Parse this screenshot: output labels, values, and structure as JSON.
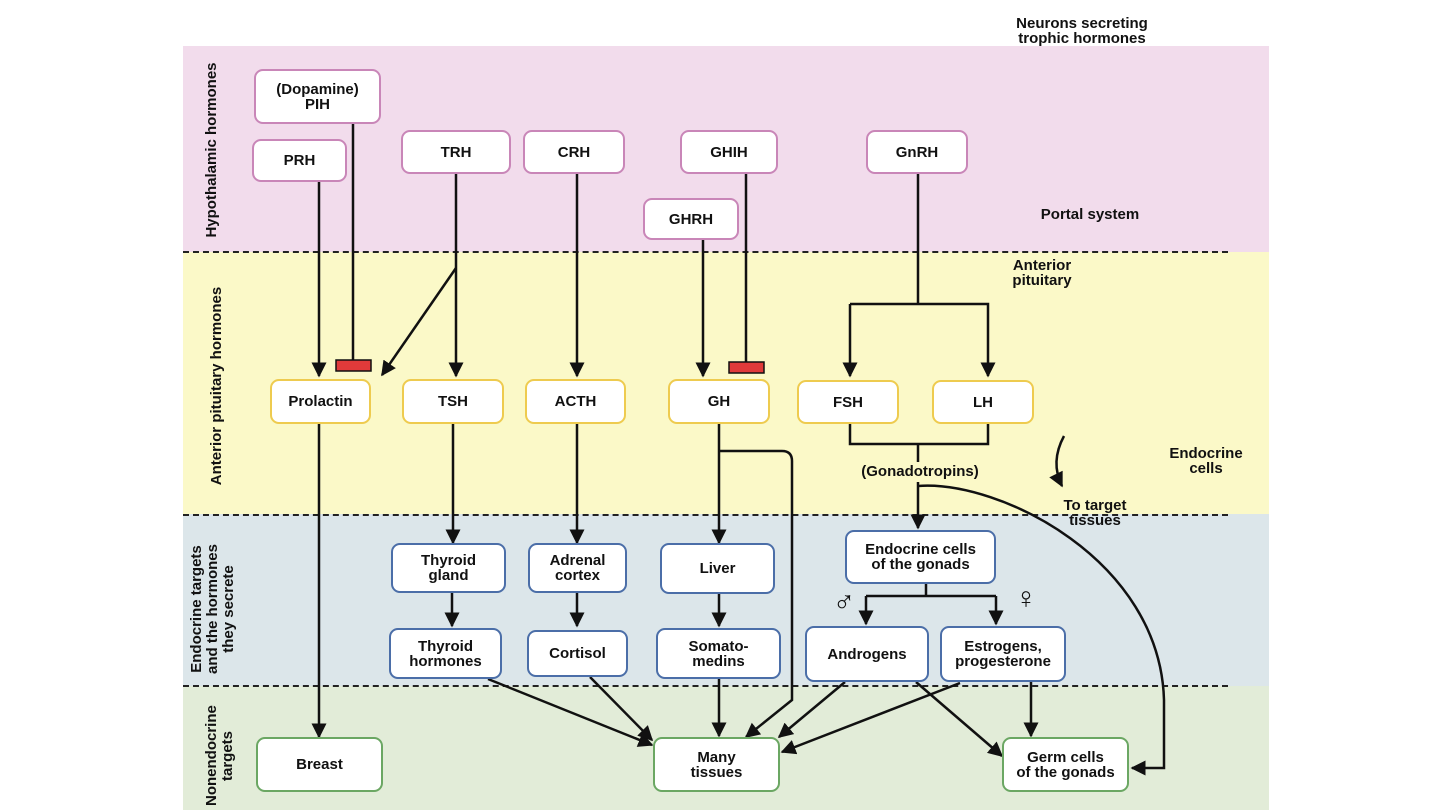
{
  "side_labels": {
    "hypothalamic": "Hypothalamic hormones",
    "anterior_pituitary": "Anterior pituitary hormones",
    "endocrine_targets": "Endocrine targets\nand the hormones\nthey secrete",
    "nonendocrine": "Nonendocrine\ntargets"
  },
  "annotations": {
    "neurons": "Neurons secreting\ntrophic hormones",
    "portal": "Portal system",
    "anterior": "Anterior\npituitary",
    "endocrine_cells": "Endocrine\ncells",
    "to_target": "To target\ntissues",
    "gonadotropins": "(Gonadotropins)"
  },
  "hypothalamic": {
    "pih": "(Dopamine)\nPIH",
    "prh": "PRH",
    "trh": "TRH",
    "crh": "CRH",
    "ghih": "GHIH",
    "ghrh": "GHRH",
    "gnrh": "GnRH"
  },
  "pituitary": {
    "prolactin": "Prolactin",
    "tsh": "TSH",
    "acth": "ACTH",
    "gh": "GH",
    "fsh": "FSH",
    "lh": "LH"
  },
  "endocrine": {
    "thyroid_gland": "Thyroid\ngland",
    "adrenal_cortex": "Adrenal\ncortex",
    "liver": "Liver",
    "gonad_cells": "Endocrine cells\nof the gonads",
    "thyroid_hormones": "Thyroid\nhormones",
    "cortisol": "Cortisol",
    "somatomedins": "Somato-\nmedins",
    "androgens": "Androgens",
    "estrogens": "Estrogens,\nprogesterone",
    "male_symbol": "♂",
    "female_symbol": "♀"
  },
  "nonendocrine": {
    "breast": "Breast",
    "many_tissues": "Many\ntissues",
    "germ_cells": "Germ cells\nof the gonads"
  },
  "colors": {
    "hypothalamic_band": "#f2dcec",
    "pituitary_band": "#fbf9c8",
    "endocrine_band": "#dce6ea",
    "nonendocrine_band": "#e2ecd8",
    "inhibition_bar": "#e03a3a"
  }
}
